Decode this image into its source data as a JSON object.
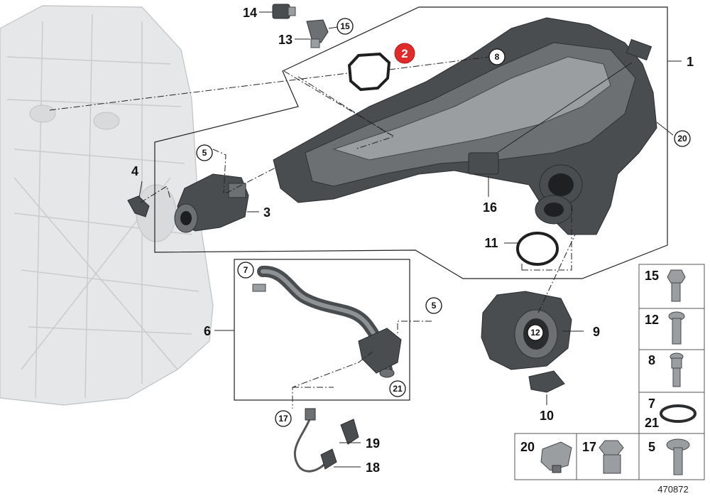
{
  "diagram": {
    "callouts": {
      "c1": "1",
      "c2": "2",
      "c3": "3",
      "c4": "4",
      "c5a": "5",
      "c5b": "5",
      "c6": "6",
      "c7": "7",
      "c8": "8",
      "c9": "9",
      "c10": "10",
      "c11": "11",
      "c12": "12",
      "c13": "13",
      "c14": "14",
      "c15": "15",
      "c16": "16",
      "c17": "17",
      "c18": "18",
      "c19": "19",
      "c20": "20",
      "c21": "21"
    },
    "legend": {
      "l15": "15",
      "l12": "12",
      "l8": "8",
      "l7": "7",
      "l21": "21",
      "l20": "20",
      "l17": "17",
      "l5": "5"
    },
    "diagram_id": "470872",
    "colors": {
      "highlight": "#e02b2b",
      "part": "#4a4d50",
      "engine": "#e6e7e8"
    }
  }
}
